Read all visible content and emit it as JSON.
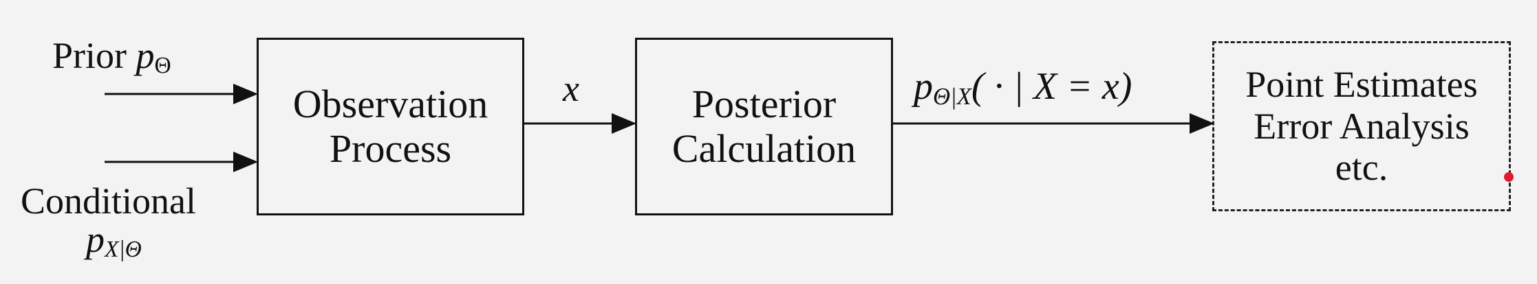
{
  "diagram": {
    "inputs": {
      "prior_text": "Prior",
      "prior_symbol": "p",
      "prior_subscript": "Θ",
      "conditional_text": "Conditional",
      "conditional_symbol": "p",
      "conditional_subscript": "X|Θ"
    },
    "boxes": {
      "observation": [
        "Observation",
        "Process"
      ],
      "posterior": [
        "Posterior",
        "Calculation"
      ],
      "outputs": [
        "Point Estimates",
        "Error Analysis",
        "etc."
      ]
    },
    "edge_labels": {
      "x": "x",
      "posterior_symbol": "p",
      "posterior_subscript": "Θ|X",
      "posterior_args": "( · | X = x)"
    }
  },
  "colors": {
    "line": "#111111",
    "background": "#f3f3f3",
    "marker_dot": "#e0192d"
  }
}
